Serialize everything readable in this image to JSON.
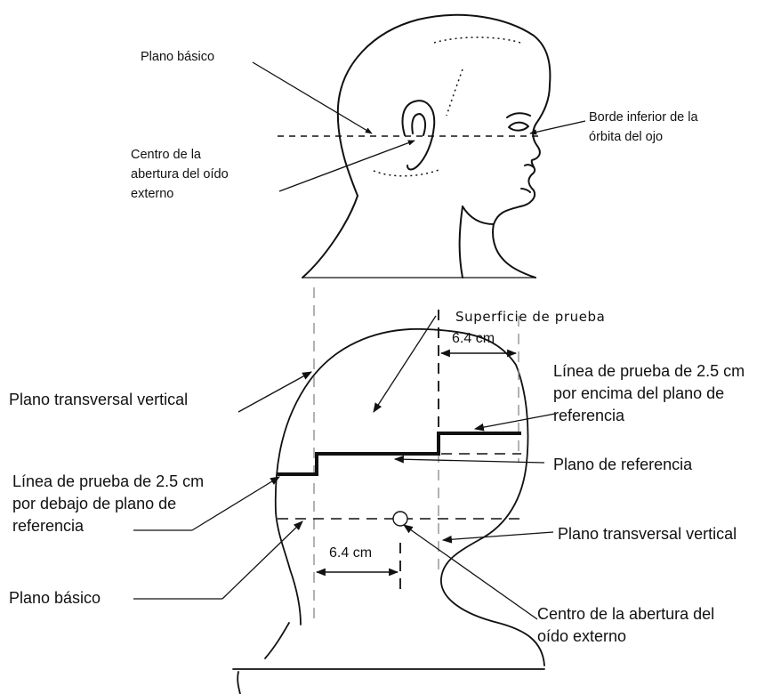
{
  "top_figure": {
    "plano_basico": "Plano básico",
    "centro_abertura": [
      "Centro de la",
      "abertura del oído",
      "externo"
    ],
    "borde_inferior": [
      "Borde inferior de la",
      "órbita del ojo"
    ]
  },
  "bottom_figure": {
    "superficie_prueba": "Superficie de prueba",
    "dim_right": "6.4 cm",
    "dim_left": "6.4 cm",
    "plano_transversal_left": "Plano transversal vertical",
    "linea_encima": [
      "Línea de prueba de 2.5 cm",
      "por encima del plano de",
      "referencia"
    ],
    "plano_referencia": "Plano de referencia",
    "linea_debajo": [
      "Línea de prueba de 2.5 cm",
      "por debajo de plano de",
      "referencia"
    ],
    "plano_transversal_right": "Plano transversal vertical",
    "plano_basico": "Plano básico",
    "centro_abertura": [
      "Centro de la abertura del",
      "oído externo"
    ]
  }
}
